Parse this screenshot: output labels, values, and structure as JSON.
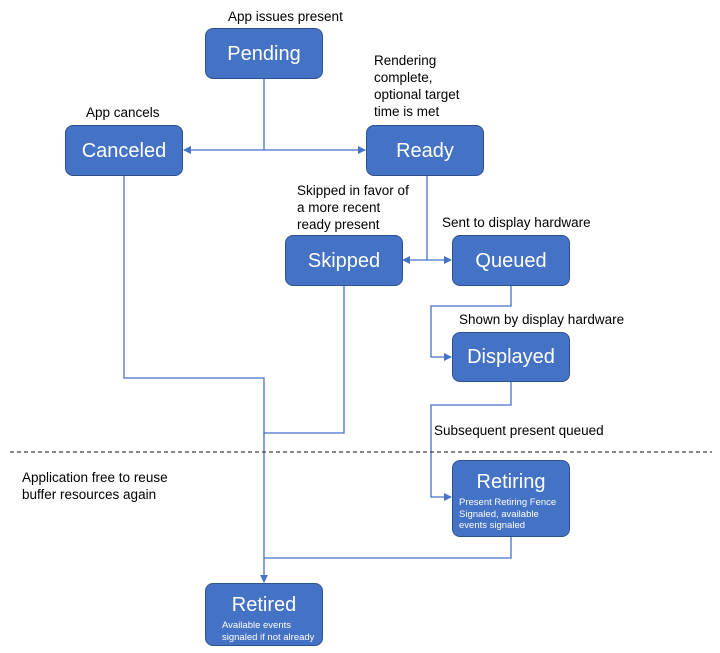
{
  "states": {
    "pending": "Pending",
    "canceled": "Canceled",
    "ready": "Ready",
    "skipped": "Skipped",
    "queued": "Queued",
    "displayed": "Displayed",
    "retiring": "Retiring",
    "retiring_note": [
      "Present Retiring Fence",
      "Signaled, available",
      "events signaled"
    ],
    "retired": "Retired",
    "retired_note": [
      "Available events",
      "signaled if not already"
    ]
  },
  "labels": {
    "app_issues": "App issues present",
    "app_cancels": "App cancels",
    "rendering_complete": [
      "Rendering",
      "complete,",
      "optional target",
      "time is met"
    ],
    "skipped_favor": [
      "Skipped in favor of",
      "a more recent",
      "ready present"
    ],
    "sent_to_display": "Sent to display hardware",
    "shown_by_display": "Shown by display hardware",
    "subsequent_present": "Subsequent present queued",
    "application_free": [
      "Application free to reuse",
      "buffer resources again"
    ]
  },
  "colors": {
    "state_fill": "#4472c4",
    "state_border": "#2f528f",
    "connector": "#4472c4",
    "divider": "#404040"
  }
}
